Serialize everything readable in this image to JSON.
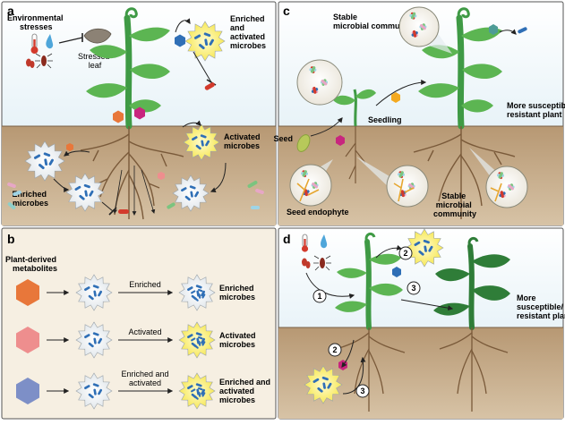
{
  "colors": {
    "sky": "#e3f0f6",
    "soil": "#c6ab88",
    "soil_dark": "#a98a66",
    "panel_b_bg": "#f6efe2",
    "stem": "#3f9a45",
    "leaf": "#5cb552",
    "leaf_dark": "#2f7d38",
    "root": "#7a5a3a",
    "microbe_blue": "#2f6fb6",
    "burst_yellow": "#fbef6e",
    "burst_white": "#eef2f6",
    "hex_orange": "#e8773a",
    "hex_pink": "#ee8e8e",
    "hex_blue": "#7d8fc7",
    "hex_magenta": "#c8267e",
    "hex_teal": "#4d9c96"
  },
  "panel_a": {
    "letter": "a",
    "env_stresses": [
      "Environmental",
      "stresses"
    ],
    "stressed_leaf": [
      "Stressed",
      "leaf"
    ],
    "enriched_activated": [
      "Enriched",
      "and",
      "activated",
      "microbes"
    ],
    "activated_microbes": [
      "Activated",
      "microbes"
    ],
    "enriched_microbes": [
      "Enriched",
      "microbes"
    ]
  },
  "panel_b": {
    "letter": "b",
    "plant_derived": [
      "Plant-derived",
      "metabolites"
    ],
    "rows": [
      {
        "process": [
          "Enriched"
        ],
        "result": [
          "Enriched",
          "microbes"
        ],
        "hex_color": "#e8773a",
        "activated": false
      },
      {
        "process": [
          "Activated"
        ],
        "result": [
          "Activated",
          "microbes"
        ],
        "hex_color": "#ee8e8e",
        "activated": true
      },
      {
        "process": [
          "Enriched and",
          "activated"
        ],
        "result": [
          "Enriched and",
          "activated",
          "microbes"
        ],
        "hex_color": "#7d8fc7",
        "activated": true
      }
    ]
  },
  "panel_c": {
    "letter": "c",
    "stable_top": [
      "Stable",
      "microbial community"
    ],
    "seedling": "Seedling",
    "seed": "Seed",
    "more_susceptible": [
      "More susceptible/",
      "resistant plant"
    ],
    "seed_endophyte": "Seed endophyte",
    "stable_bottom": [
      "Stable",
      "microbial",
      "community"
    ]
  },
  "panel_d": {
    "letter": "d",
    "more_susceptible": [
      "More",
      "susceptible/",
      "resistant plant"
    ],
    "steps": [
      "1",
      "2",
      "3",
      "2",
      "3"
    ]
  }
}
